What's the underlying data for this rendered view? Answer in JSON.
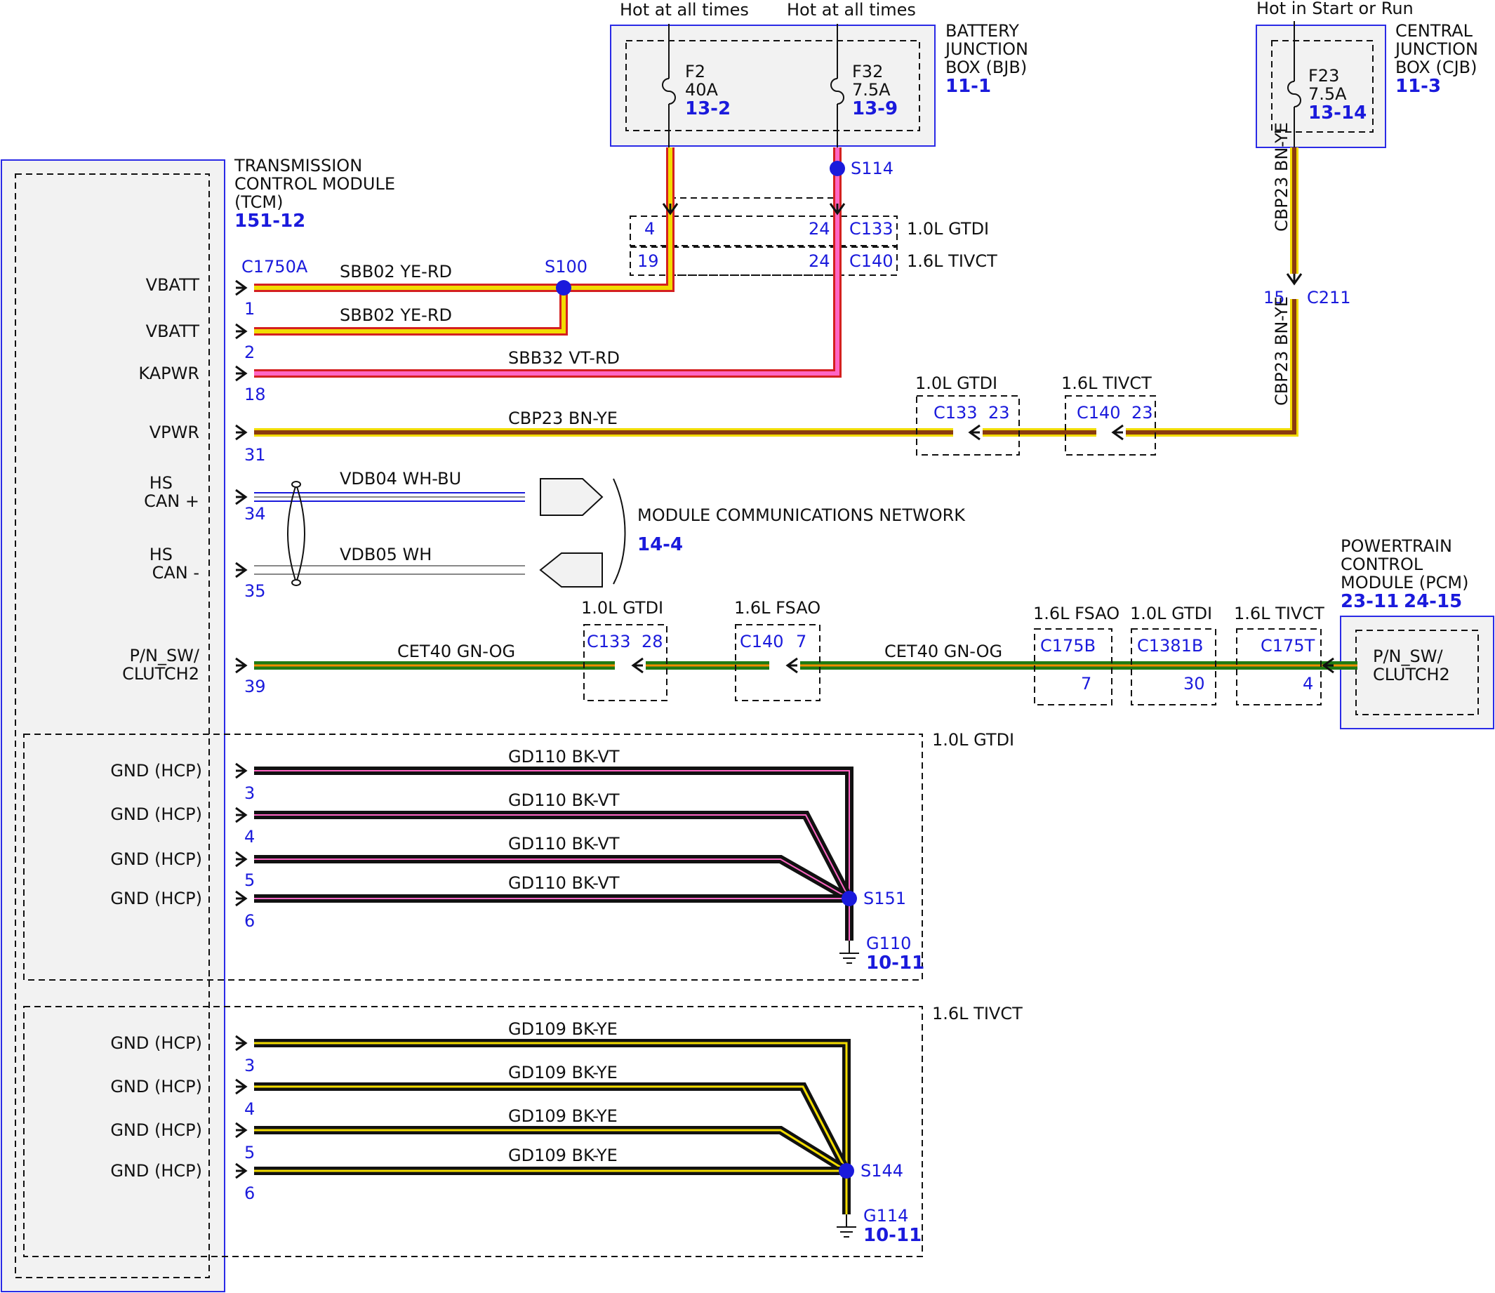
{
  "header": {
    "hot1": "Hot at all times",
    "hot2": "Hot at all times",
    "hot3": "Hot in Start or Run"
  },
  "bjb": {
    "line1": "BATTERY",
    "line2": "JUNCTION",
    "line3": "BOX (BJB)",
    "ref": "11-1",
    "f2_name": "F2",
    "f2_rating": "40A",
    "f2_ref": "13-2",
    "f32_name": "F32",
    "f32_rating": "7.5A",
    "f32_ref": "13-9"
  },
  "cjb": {
    "line1": "CENTRAL",
    "line2": "JUNCTION",
    "line3": "BOX (CJB)",
    "ref": "11-3",
    "f23_name": "F23",
    "f23_rating": "7.5A",
    "f23_ref": "13-14"
  },
  "tcm": {
    "line1": "TRANSMISSION",
    "line2": "CONTROL MODULE",
    "line3": "(TCM)",
    "ref": "151-12",
    "connector": "C1750A"
  },
  "pcm": {
    "line1": "POWERTRAIN",
    "line2": "CONTROL",
    "line3": "MODULE (PCM)",
    "ref1": "23-11",
    "ref2": "24-15",
    "pin_l1": "P/N_SW/",
    "pin_l2": "CLUTCH2"
  },
  "pins": {
    "vbatt1": "VBATT",
    "vbatt1_num": "1",
    "vbatt2": "VBATT",
    "vbatt2_num": "2",
    "kapwr": "KAPWR",
    "kapwr_num": "18",
    "vpwr": "VPWR",
    "vpwr_num": "31",
    "hscanp_l1": "HS",
    "hscanp_l2": "CAN +",
    "hscanp_num": "34",
    "hscann_l1": "HS",
    "hscann_l2": "CAN -",
    "hscann_num": "35",
    "pnsw_l1": "P/N_SW/",
    "pnsw_l2": "CLUTCH2",
    "pnsw_num": "39"
  },
  "wires": {
    "sbb02a": "SBB02   YE-RD",
    "sbb02b": "SBB02   YE-RD",
    "sbb32": "SBB32   VT-RD",
    "cbp23": "CBP23   BN-YE",
    "vdb04": "VDB04   WH-BU",
    "vdb05": "VDB05   WH",
    "cet40a": "CET40   GN-OG",
    "cet40b": "CET40   GN-OG",
    "cbp23_v1": "CBP23   BN-YE",
    "cbp23_v2": "CBP23   BN-YE"
  },
  "splices": {
    "s100": "S100",
    "s114": "S114",
    "s151": "S151",
    "s144": "S144"
  },
  "connectors": {
    "c133_top": "C133",
    "c140_top": "C140",
    "c133_top_pin_a": "4",
    "c133_top_pin_b": "24",
    "c140_top_pin_a": "19",
    "c140_top_pin_b": "24",
    "engine_gtdi_top": "1.0L GTDI",
    "engine_tivct_top": "1.6L TIVCT",
    "c211": "C211",
    "c211_pin": "15",
    "vpwr_gtdi_label": "1.0L GTDI",
    "vpwr_c133": "C133",
    "vpwr_c133_pin": "23",
    "vpwr_tivct_label": "1.6L TIVCT",
    "vpwr_c140": "C140",
    "vpwr_c140_pin": "23",
    "cet_gtdi_label": "1.0L GTDI",
    "cet_c133": "C133",
    "cet_c133_pin": "28",
    "cet_fsao_label": "1.6L FSAO",
    "cet_c140": "C140",
    "cet_c140_pin": "7",
    "pcm_fsao_label": "1.6L FSAO",
    "c175b": "C175B",
    "c175b_pin": "7",
    "pcm_gtdi_label": "1.0L GTDI",
    "c1381b": "C1381B",
    "c1381b_pin": "30",
    "pcm_tivct_label": "1.6L TIVCT",
    "c175t": "C175T",
    "c175t_pin": "4"
  },
  "network": {
    "label": "MODULE COMMUNICATIONS NETWORK",
    "ref": "14-4"
  },
  "gtdi_ground": {
    "section_label": "1.0L GTDI",
    "pins": [
      "GND (HCP)",
      "GND (HCP)",
      "GND (HCP)",
      "GND (HCP)"
    ],
    "nums": [
      "3",
      "4",
      "5",
      "6"
    ],
    "wires": [
      "GD110   BK-VT",
      "GD110   BK-VT",
      "GD110   BK-VT",
      "GD110   BK-VT"
    ],
    "ground": "G110",
    "ground_ref": "10-11"
  },
  "tivct_ground": {
    "section_label": "1.6L TIVCT",
    "pins": [
      "GND (HCP)",
      "GND (HCP)",
      "GND (HCP)",
      "GND (HCP)"
    ],
    "nums": [
      "3",
      "4",
      "5",
      "6"
    ],
    "wires": [
      "GD109   BK-YE",
      "GD109   BK-YE",
      "GD109   BK-YE",
      "GD109   BK-YE"
    ],
    "ground": "G114",
    "ground_ref": "10-11"
  },
  "colors": {
    "yellow": "#f2dc00",
    "red": "#d42020",
    "violet": "#ff66c4",
    "brown": "#8a3b10",
    "green": "#1f7a14",
    "orange": "#f08c00",
    "black": "#111111",
    "blue_text": "#1a1adc",
    "box_fill": "#f2f2f2",
    "box_stroke": "#2a2ae6"
  }
}
